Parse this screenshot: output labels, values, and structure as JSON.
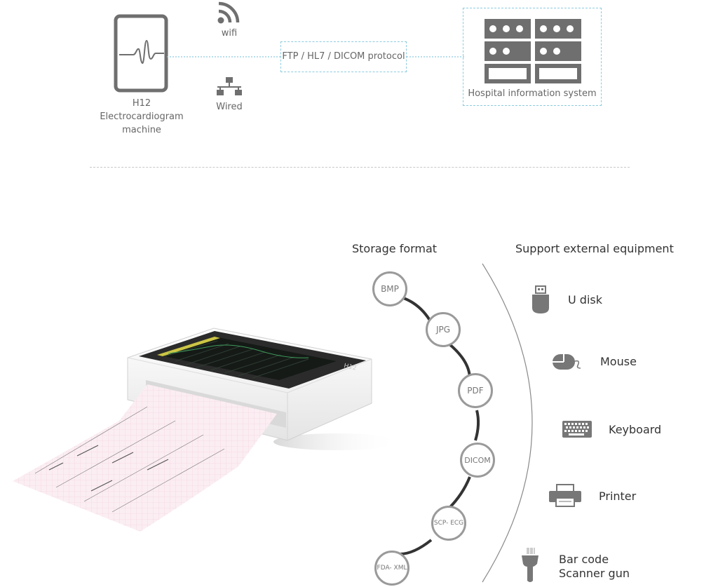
{
  "network": {
    "device_label_lines": [
      "H12",
      "Electrocardiogram",
      "machine"
    ],
    "wifi_label": "wifi",
    "wired_label": "Wired",
    "protocol_label": "FTP / HL7 / DICOM protocol",
    "his_label": "Hospital information system"
  },
  "storage": {
    "title": "Storage format",
    "formats": [
      "BMP",
      "JPG",
      "PDF",
      "DICOM",
      "SCP- ECG",
      "FDA- XML"
    ]
  },
  "equipment": {
    "title": "Support external equipment",
    "items": [
      {
        "label": "U disk",
        "icon": "usb-disk-icon"
      },
      {
        "label": "Mouse",
        "icon": "mouse-icon"
      },
      {
        "label": "Keyboard",
        "icon": "keyboard-icon"
      },
      {
        "label": "Printer",
        "icon": "printer-icon"
      },
      {
        "label_lines": [
          "Bar code",
          "Scanner gun"
        ],
        "icon": "barcode-scanner-icon"
      }
    ]
  },
  "product": {
    "device_brand_text": "H12"
  },
  "colors": {
    "icon_gray": "#6f6f6f",
    "dashed_blue": "#8ccbe0",
    "circle_border": "#9a9a9a",
    "connector_dark": "#333333"
  }
}
